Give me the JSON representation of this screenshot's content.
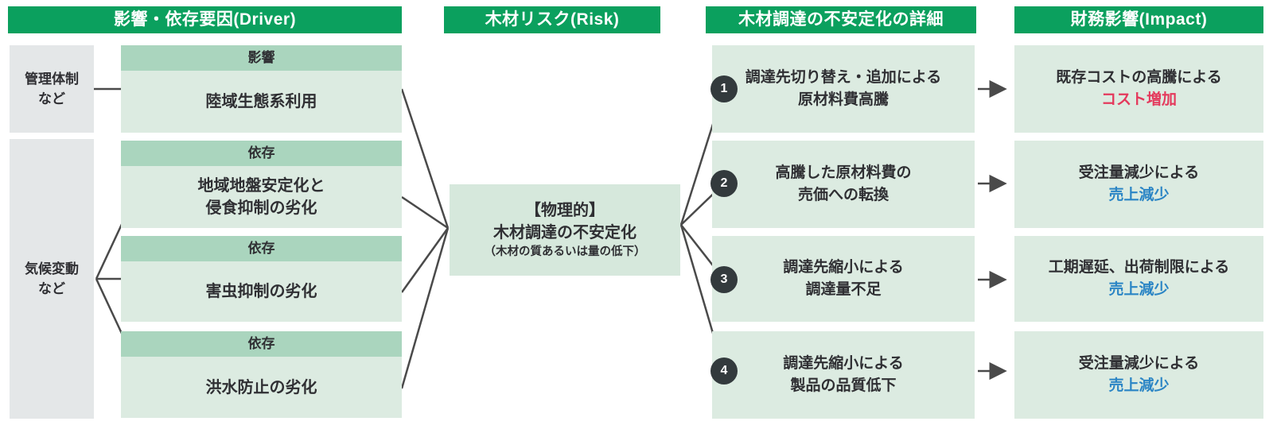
{
  "palette": {
    "header_green": "#0ba05e",
    "tag_green": "#aad5be",
    "cell_green": "#dcebe1",
    "center_green": "#d6e8dc",
    "gray": "#e4e7e8",
    "line": "#4a4a4a",
    "badge": "#333a3d",
    "text": "#2f2f33",
    "red": "#e4395c",
    "blue": "#2b85c5"
  },
  "headers": {
    "driver": "影響・依存要因(Driver)",
    "risk": "木材リスク(Risk)",
    "detail": "木材調達の不安定化の詳細",
    "impact": "財務影響(Impact)"
  },
  "sources": [
    {
      "label": "管理体制\nなど"
    },
    {
      "label": "気候変動\nなど"
    }
  ],
  "drivers": [
    {
      "tag": "影響",
      "body": "陸域生態系利用"
    },
    {
      "tag": "依存",
      "body": "地域地盤安定化と\n侵食抑制の劣化"
    },
    {
      "tag": "依存",
      "body": "害虫抑制の劣化"
    },
    {
      "tag": "依存",
      "body": "洪水防止の劣化"
    }
  ],
  "risk_box": {
    "line1": "【物理的】",
    "line2": "木材調達の不安定化",
    "line3": "（木材の質あるいは量の低下）"
  },
  "details": [
    {
      "num": "1",
      "text": "調達先切り替え・追加による\n原材料費高騰"
    },
    {
      "num": "2",
      "text": "高騰した原材料費の\n売価への転換"
    },
    {
      "num": "3",
      "text": "調達先縮小による\n調達量不足"
    },
    {
      "num": "4",
      "text": "調達先縮小による\n製品の品質低下"
    }
  ],
  "impacts": [
    {
      "cause": "既存コストの高騰による",
      "effect": "コスト増加",
      "effect_color": "red"
    },
    {
      "cause": "受注量減少による",
      "effect": "売上減少",
      "effect_color": "blue"
    },
    {
      "cause": "工期遅延、出荷制限による",
      "effect": "売上減少",
      "effect_color": "blue"
    },
    {
      "cause": "受注量減少による",
      "effect": "売上減少",
      "effect_color": "blue"
    }
  ]
}
